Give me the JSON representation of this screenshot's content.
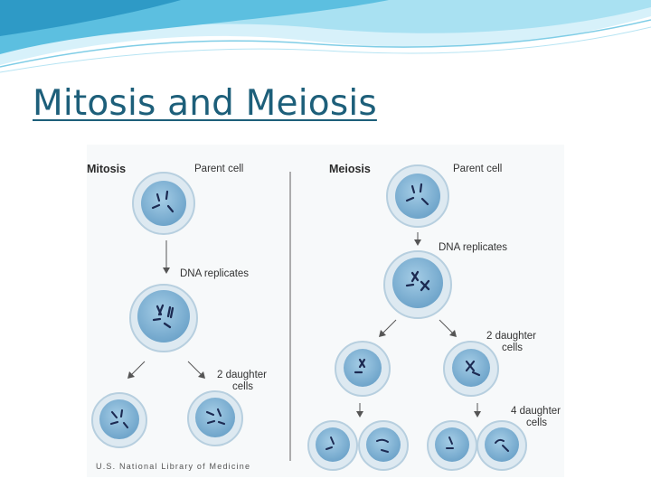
{
  "slide": {
    "title": "Mitosis and Meiosis"
  },
  "diagram": {
    "mitosis": {
      "heading": "Mitosis",
      "parent_label": "Parent cell",
      "replicate_label": "DNA replicates",
      "daughter_label_line1": "2 daughter",
      "daughter_label_line2": "cells"
    },
    "meiosis": {
      "heading": "Meiosis",
      "parent_label": "Parent cell",
      "replicate_label": "DNA replicates",
      "two_daughter_line1": "2 daughter",
      "two_daughter_line2": "cells",
      "four_daughter_line1": "4 daughter",
      "four_daughter_line2": "cells"
    },
    "credit": "U.S. National Library of Medicine"
  },
  "colors": {
    "title": "#1d5f7a",
    "cell_outer": "#dde9f1",
    "cell_ring": "#8fb3cb",
    "nucleus": "#7fb1d4",
    "chromosome": "#1c2a52",
    "wave_light": "#cfeefa",
    "wave_mid": "#8fd6ee",
    "wave_dark": "#3aa7cf"
  }
}
